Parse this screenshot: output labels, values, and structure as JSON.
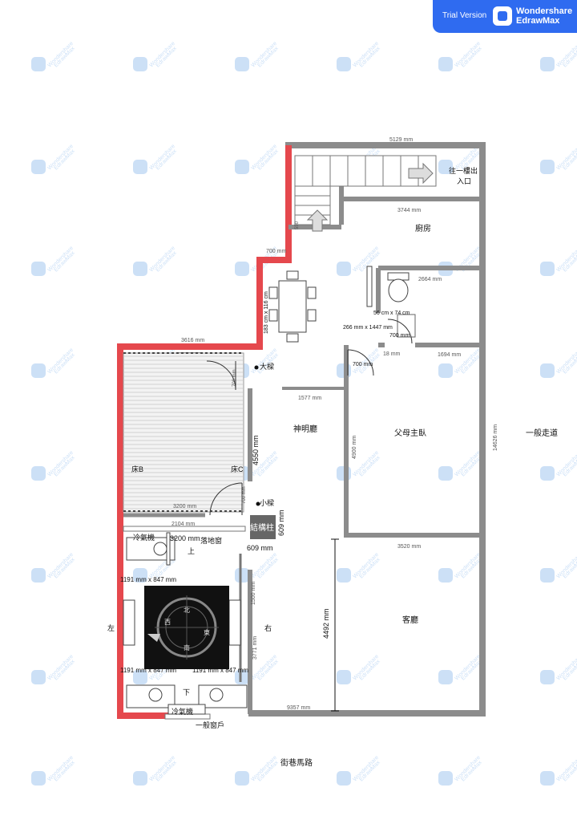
{
  "badge": {
    "trial": "Trial Version",
    "brand1": "Wondershare",
    "brand2": "EdrawMax",
    "logo_icon": "edrawmax-logo-icon"
  },
  "watermark": {
    "line1": "Wondershare",
    "line2": "EdrawMax"
  },
  "colors": {
    "wall": "#8c8c8c",
    "accent_wall": "#e5484d",
    "brand": "#2f6bf0"
  },
  "rooms": {
    "exit": [
      "往一樓出",
      "入口"
    ],
    "kitchen": "廚房",
    "shrine": "神明廳",
    "master": "父母主臥",
    "living": "客廳",
    "corridor": "一般走道",
    "street": "街巷馬路",
    "left": "左",
    "right": "右",
    "up": "上",
    "down": "下",
    "bed_b": "床B",
    "bed_c": "床C",
    "big_beam": "大樑",
    "small_beam": "小樑",
    "column": "結構柱",
    "floor_window": "落地窗",
    "ac1": "冷氣機",
    "ac2": "冷氣機",
    "window": "一般窗戶"
  },
  "dims": {
    "d5129": "5129 mm",
    "d700a": "700 mm",
    "d3744": "3744 mm",
    "d2664": "2664 mm",
    "d3616": "3616 mm",
    "d1694": "1694 mm",
    "d1577": "1577 mm",
    "d14626": "14626 mm",
    "d4900": "4900 mm",
    "d3520": "3520 mm",
    "d3200a": "3200 mm",
    "d3200b": "3200 mm",
    "d2104": "2104 mm",
    "d609a": "609 mm",
    "d609b": "609 mm",
    "d1191a": "1191 mm x 847 mm",
    "d1191b": "1191 mm x 847 mm",
    "d1191c": "1191 mm x 847 mm",
    "d4492": "4492 mm",
    "d9357": "9357 mm",
    "d3771": "3771 mm",
    "d1500": "1500 mm",
    "d4550": "4550 mm",
    "d700door1": "700 mm",
    "d700door2": "700 mm",
    "d700door3": "700 mm",
    "d700door4": "700 mm",
    "d1183": "183 cm x 116 cm",
    "d56": "56 cm x 74 cm",
    "d266": "266 mm x 1447 mm",
    "d18": "18 mm",
    "d550": "550"
  },
  "compass": {
    "north": "北",
    "east": "東",
    "south": "南",
    "west": "西"
  }
}
